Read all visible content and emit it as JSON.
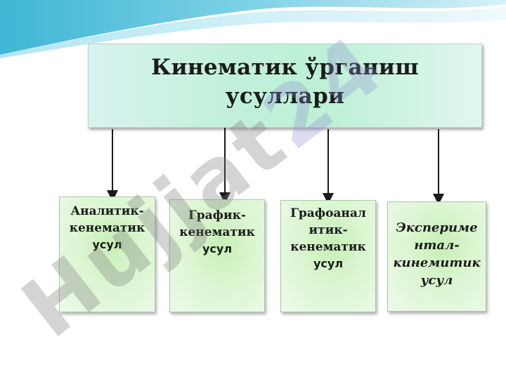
{
  "title": {
    "line1": "Кинематик ўрганиш",
    "line2": "усуллари"
  },
  "methods": [
    {
      "line1": "Аналитик-",
      "line2": "кенематик",
      "line3": "усул"
    },
    {
      "line1": "График-",
      "line2": "кенематик",
      "line3": "усул"
    },
    {
      "line1": "Графоанал",
      "line2": "итик-",
      "line3": "кенематик",
      "line4": "усул"
    },
    {
      "line1": "Экспериме",
      "line2": "нтал-",
      "line3": "кинемитик",
      "line4": "усул"
    }
  ],
  "watermark": {
    "main": "Hujjat",
    "suffix": "24"
  },
  "colors": {
    "title_box": "#c2f0da",
    "method_box": "#c6efb6",
    "arrow": "#1a1a1a",
    "wave": "#7cd3e6"
  }
}
